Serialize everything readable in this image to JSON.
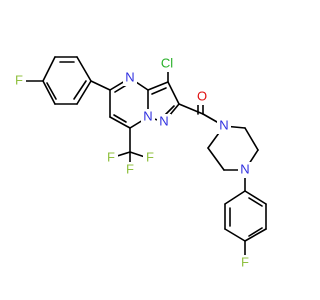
{
  "colors": {
    "background": "#ffffff",
    "bond": "#000000",
    "F": "#90c040",
    "Cl": "#28b028",
    "N": "#3030e0",
    "O": "#e01010"
  },
  "labels": {
    "f_top_left": "F",
    "cl": "Cl",
    "n_ring_top": "N",
    "o": "O",
    "n_pyrazole_left": "N",
    "n_pyrazole_right": "N",
    "n_piperazine_top": "N",
    "n_piperazine_bottom": "N",
    "cf3_f_top": "F",
    "cf3_f_left": "F",
    "cf3_f_right": "F",
    "f_bottom_right": "F"
  }
}
